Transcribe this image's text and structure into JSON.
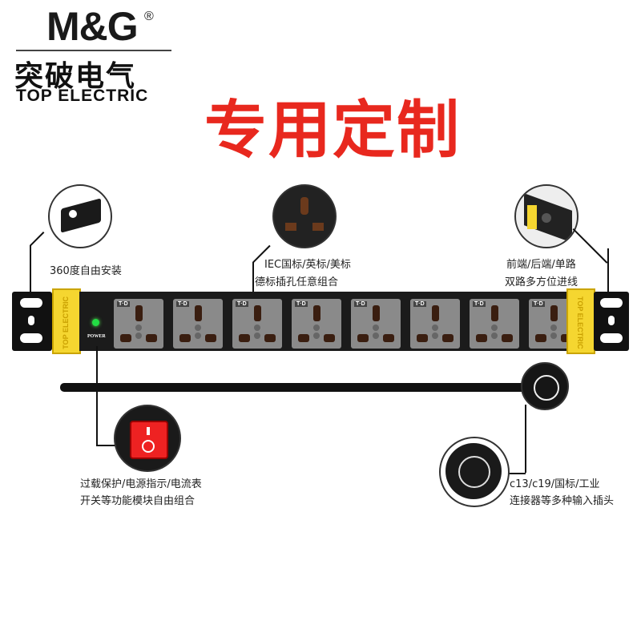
{
  "logo": {
    "brand": "M&G",
    "registered": "®",
    "chinese": "突破电气",
    "english": "TOP ELECTRIC"
  },
  "headline": "专用定制",
  "features": {
    "mounting": "360度自由安装",
    "sockets": [
      "IEC国标/英标/美标",
      "德标插孔任意组合"
    ],
    "inlet": [
      "前端/后端/单路",
      "双路多方位进线"
    ],
    "modules": [
      "过载保护/电源指示/电流表",
      "开关等功能模块自由组合"
    ],
    "plugs": [
      "c13/c19/国标/工业",
      "连接器等多种输入插头"
    ]
  },
  "strip": {
    "end_label": "TOP ELECTRIC",
    "power_label": "POWER",
    "socket_brand": "T·D",
    "socket_count": 8
  },
  "colors": {
    "headline": "#e8281e",
    "yellow": "#f5d630",
    "indicator": "#22dd44"
  }
}
